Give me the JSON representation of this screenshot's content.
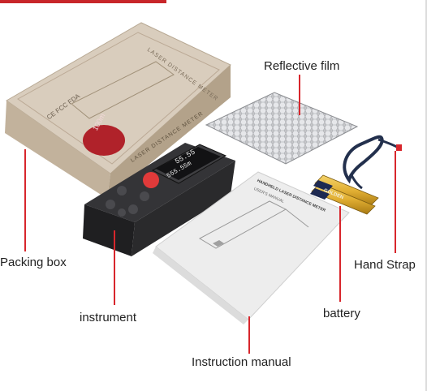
{
  "labels": {
    "reflective_film": "Reflective film",
    "packing_box": "Packing box",
    "hand_strap": "Hand Strap",
    "instrument": "instrument",
    "battery": "battery",
    "instruction_manual": "Instruction manual"
  },
  "box_print": {
    "title_top": "LASER DISTANCE METER",
    "title_side": "LASER DISTANCE METER",
    "range_badge": "100m",
    "certifications": "CE FCC FDA"
  },
  "device_screen": {
    "line1": "55.55",
    "line2": "555.55m"
  },
  "manual_print": {
    "title": "HANDHELD LASER DISTANCE METER",
    "subtitle": "USER'S MANUAL"
  },
  "battery_print": {
    "brand": "GOLDEN"
  },
  "colors": {
    "leader_line": "#d8262c",
    "accent_bar": "#c8262a",
    "box_kraft": "#cbbba6",
    "device_body": "#2b2b2d",
    "device_button": "#e03a3a",
    "battery_gold": "#e7b93a"
  }
}
